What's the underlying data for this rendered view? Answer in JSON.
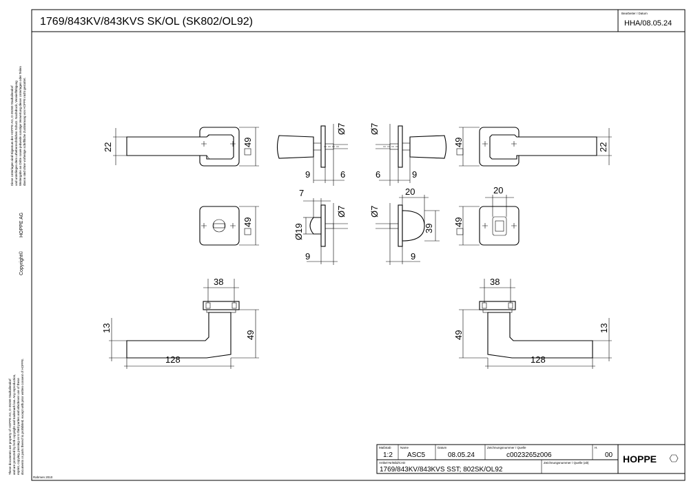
{
  "title": "1769/843KV/843KVS SK/OL (SK802/OL92)",
  "editor": {
    "label": "Bearbeiter / Datum",
    "value": "HHA/08.05.24"
  },
  "side": {
    "copyright": "Copyright©",
    "company": "HOPPE AG",
    "notice_de": [
      "Diese Unterlagen sind Eigentum der HOPPE AG, D-35260 Stadtallendorf",
      "und unterliegen dem urheberrechtlichen Schutz. Nachdruck, Verwielfältigung",
      "Weitergabe an Dritte sowie jedwede sonstige Verwertung dieser Unterlagen oder Teilen",
      "davon sind ohne vorherige schriftliche Zustimmung von HOPPE nicht gestattet."
    ],
    "notice_en": [
      "These documents are property of HOPPE AG, D-35260 Stadtallendorf",
      "and are protected by both copyright and trademark law. Any reproduction,",
      "reprint, copying, passing on to third parties and whichever use of these",
      "documents or parts thereof is prohibited, except with prior written consent of HOPPE."
    ]
  },
  "dims": {
    "d22": "22",
    "d49": "49",
    "d7": "Ø7",
    "d9": "9",
    "d6": "6",
    "d20": "20",
    "d19": "Ø19",
    "d39": "39",
    "d38": "38",
    "d13": "13",
    "d128": "128",
    "d7_plain": "7"
  },
  "titleblock": {
    "scale_label": "Maßstab",
    "scale": "1:2",
    "name_label": "Name",
    "name": "ASC5",
    "date_label": "Datum",
    "date": "08.05.24",
    "drawing_no_label": "Zeichnungsnummer / Quelle",
    "drawing_no": "c0023265z006",
    "index_label": "H.",
    "index": "00",
    "article_label": "Artikel-Nr/Bild/CAD",
    "article": "1769/843KV/843KVS  SST; 802SK/OL92",
    "drawing_no_old_label": "Zeichnungsnummer / Quelle (alt)",
    "logo": "HOPPE",
    "template": "Rahmen 2010"
  }
}
